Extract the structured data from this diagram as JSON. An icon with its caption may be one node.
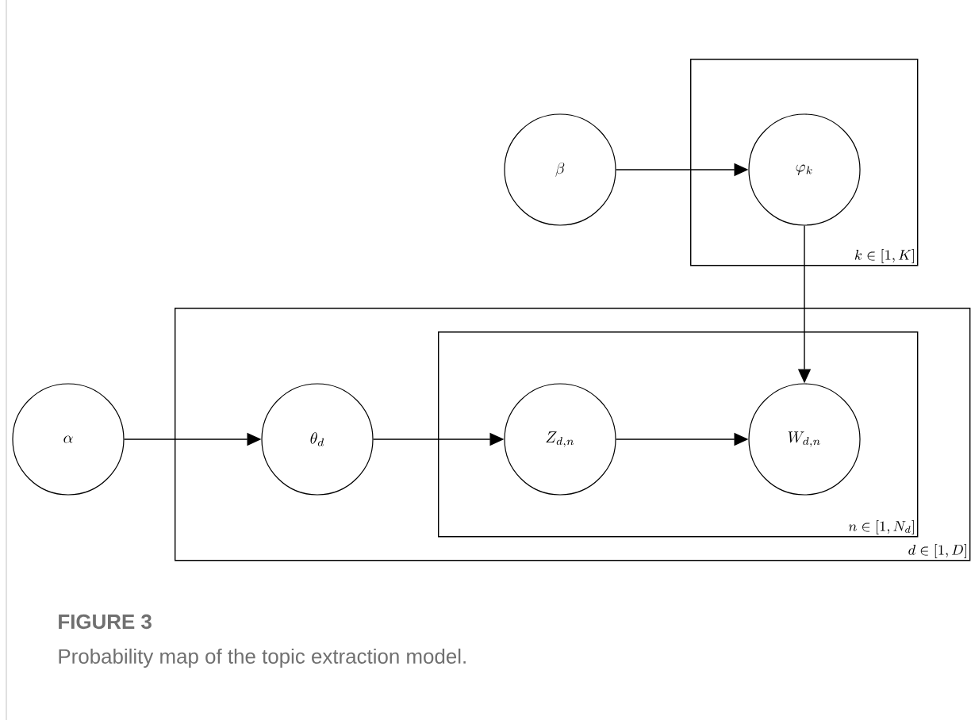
{
  "diagram": {
    "title": "FIGURE 3",
    "caption": "Probability map of the topic extraction model.",
    "nodes": [
      {
        "text": [
          "k \\in [1, K]"
        ]
      },
      {
        "text": [
          "\\beta"
        ]
      },
      {
        "text": [
          "\\varphi_k"
        ],
        "in": 0
      },
      {
        "text": [
          "d \\in [1, D]"
        ]
      },
      {
        "text": [
          "\\alpha"
        ]
      },
      {
        "text": [
          "\\theta_d"
        ],
        "in": 3
      },
      {
        "text": [
          "n \\in [1, N_d]"
        ],
        "in": 3
      },
      {
        "text": [
          "Z_{d,n}"
        ],
        "in": 6
      },
      {
        "text": [
          "W_{d,n}"
        ],
        "in": 6
      }
    ],
    "edges": [
      {
        "from": 1,
        "to": 2,
        "arrow": "to"
      },
      {
        "from": 2,
        "to": 8,
        "arrow": "to"
      },
      {
        "from": 4,
        "to": 5,
        "arrow": "to"
      },
      {
        "from": 5,
        "to": 7,
        "arrow": "to"
      },
      {
        "from": 7,
        "to": 8,
        "arrow": "to"
      }
    ]
  }
}
